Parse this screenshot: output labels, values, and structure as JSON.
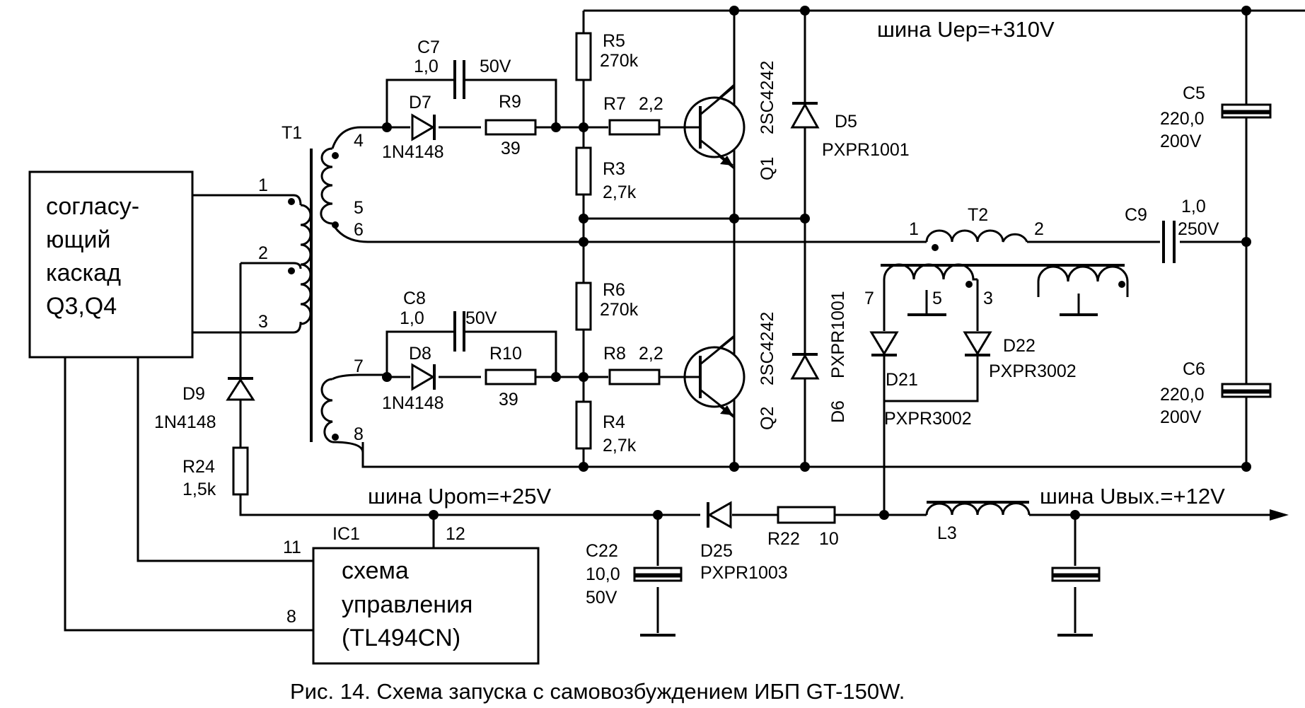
{
  "caption": "Рис. 14. Схема запуска с самовозбуждением ИБП GT-150W.",
  "buses": {
    "hv": "шина Uep=+310V",
    "aux": "шина Upom=+25V",
    "out": "шина Uвых.=+12V"
  },
  "blocks": {
    "drive": {
      "l1": "согласу-",
      "l2": "ющий",
      "l3": "каскад",
      "l4": "Q3,Q4"
    },
    "ic": {
      "ref": "IC1",
      "l1": "схема",
      "l2": "управления",
      "l3": "(TL494CN)",
      "pin8": "8",
      "pin11": "11",
      "pin12": "12"
    }
  },
  "t1": {
    "ref": "T1",
    "p1": "1",
    "p2": "2",
    "p3": "3",
    "p4": "4",
    "p5": "5",
    "p6": "6",
    "p7": "7",
    "p8": "8"
  },
  "t2": {
    "ref": "T2",
    "p1": "1",
    "p2": "2",
    "p3": "3",
    "p5": "5",
    "p7": "7"
  },
  "parts": {
    "c7": {
      "ref": "C7",
      "val": "1,0",
      "volt": "50V"
    },
    "c8": {
      "ref": "C8",
      "val": "1,0",
      "volt": "50V"
    },
    "d7": {
      "ref": "D7",
      "val": "1N4148"
    },
    "d8": {
      "ref": "D8",
      "val": "1N4148"
    },
    "d9": {
      "ref": "D9",
      "val": "1N4148"
    },
    "r9": {
      "ref": "R9",
      "val": "39"
    },
    "r10": {
      "ref": "R10",
      "val": "39"
    },
    "r5": {
      "ref": "R5",
      "val": "270k"
    },
    "r6": {
      "ref": "R6",
      "val": "270k"
    },
    "r3": {
      "ref": "R3",
      "val": "2,7k"
    },
    "r4": {
      "ref": "R4",
      "val": "2,7k"
    },
    "r7": {
      "ref": "R7",
      "val": "2,2"
    },
    "r8": {
      "ref": "R8",
      "val": "2,2"
    },
    "q1": {
      "ref": "Q1",
      "val": "2SC4242"
    },
    "q2": {
      "ref": "Q2",
      "val": "2SC4242"
    },
    "d5": {
      "ref": "D5",
      "val": "PXPR1001"
    },
    "d6": {
      "ref": "D6",
      "val": "PXPR1001"
    },
    "c5": {
      "ref": "C5",
      "val": "220,0",
      "volt": "200V"
    },
    "c6": {
      "ref": "C6",
      "val": "220,0",
      "volt": "200V"
    },
    "c9": {
      "ref": "C9",
      "val": "1,0",
      "volt": "250V"
    },
    "d21": {
      "ref": "D21",
      "val": "PXPR3002"
    },
    "d22": {
      "ref": "D22",
      "val": "PXPR3002"
    },
    "r24": {
      "ref": "R24",
      "val": "1,5k"
    },
    "c22": {
      "ref": "C22",
      "val": "10,0",
      "volt": "50V"
    },
    "d25": {
      "ref": "D25",
      "val": "PXPR1003"
    },
    "r22": {
      "ref": "R22",
      "val": "10"
    },
    "l3": {
      "ref": "L3"
    }
  }
}
